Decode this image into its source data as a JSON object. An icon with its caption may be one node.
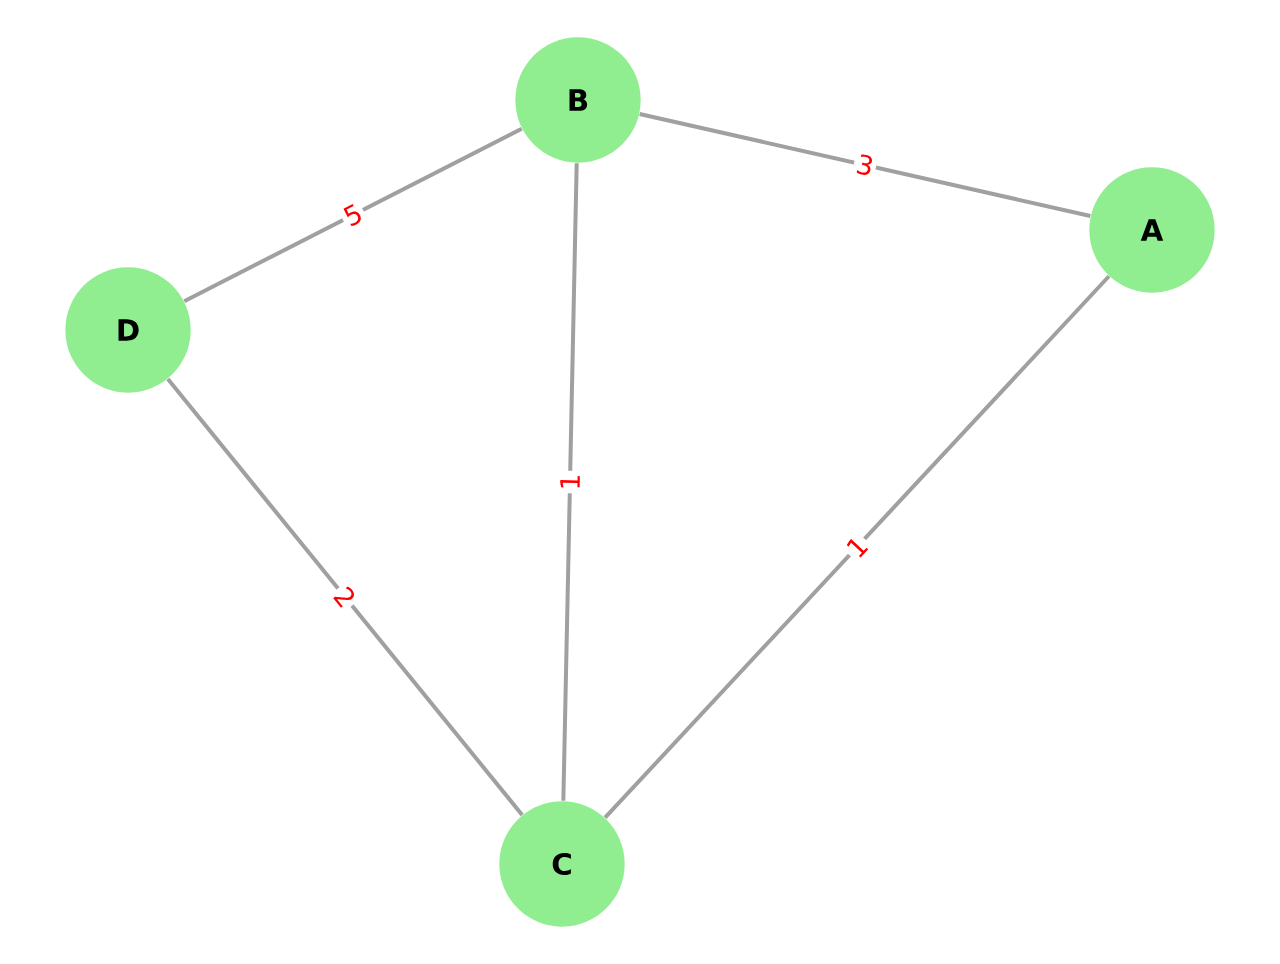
{
  "diagram": {
    "nodes": [
      {
        "text": [
          "A"
        ]
      },
      {
        "text": [
          "B"
        ]
      },
      {
        "text": [
          "C"
        ]
      },
      {
        "text": [
          "D"
        ]
      }
    ],
    "edges": [
      {
        "from": 0,
        "to": 1,
        "arrow": "none",
        "label": "3"
      },
      {
        "from": 1,
        "to": 3,
        "arrow": "none",
        "label": "5"
      },
      {
        "from": 1,
        "to": 2,
        "arrow": "none",
        "label": "1"
      },
      {
        "from": 0,
        "to": 2,
        "arrow": "none",
        "label": "1"
      },
      {
        "from": 2,
        "to": 3,
        "arrow": "none",
        "label": "2"
      }
    ]
  }
}
